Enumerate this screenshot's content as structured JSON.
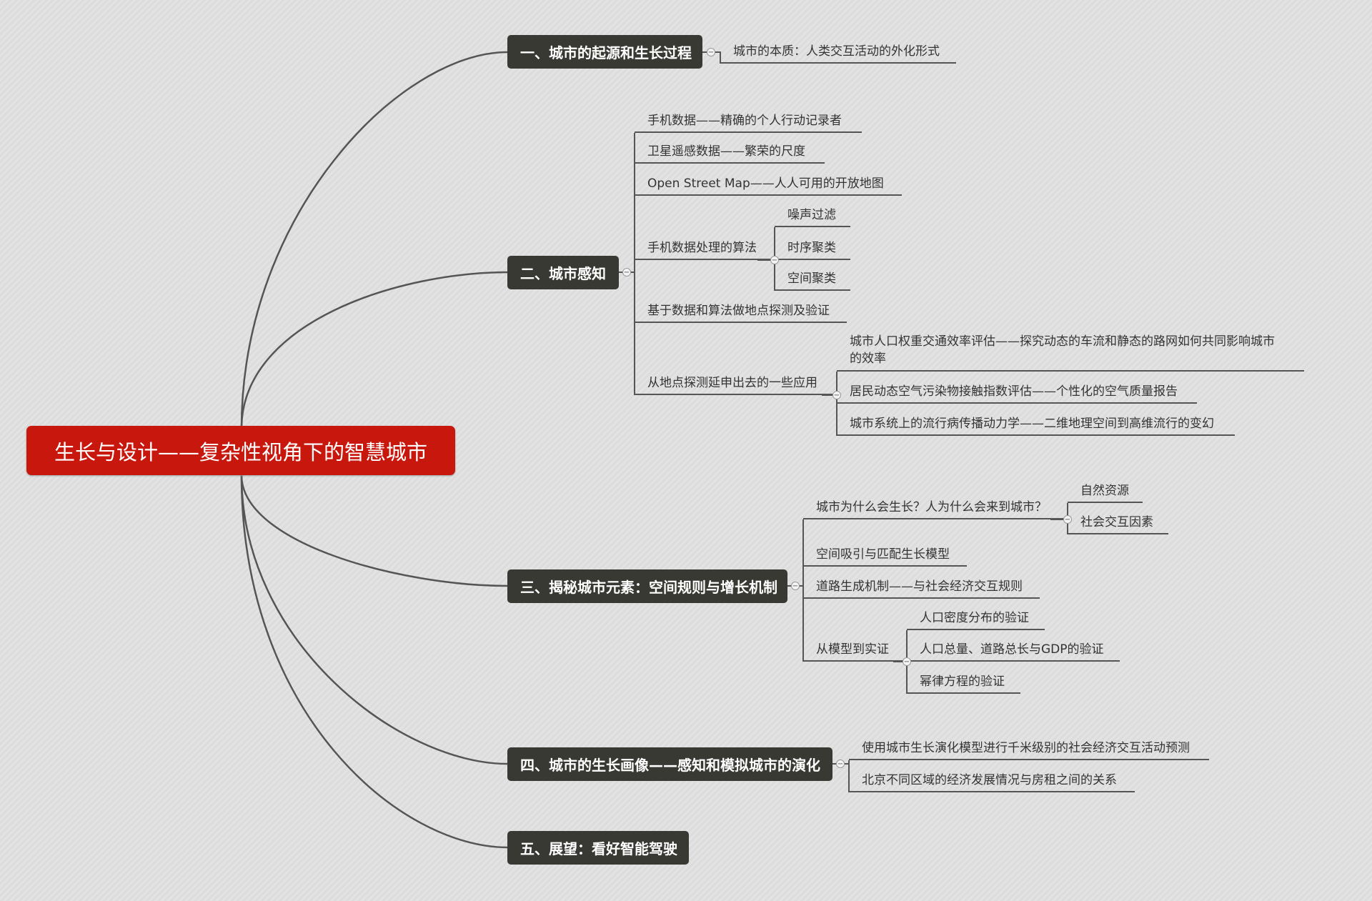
{
  "root": {
    "title": "生长与设计——复杂性视角下的智慧城市"
  },
  "branches": [
    {
      "label": "一、城市的起源和生长过程",
      "children": [
        "城市的本质：人类交互活动的外化形式"
      ]
    },
    {
      "label": "二、城市感知",
      "children": [
        "手机数据——精确的个人行动记录者",
        "卫星遥感数据——繁荣的尺度",
        "Open Street Map——人人可用的开放地图",
        {
          "label": "手机数据处理的算法",
          "children": [
            "噪声过滤",
            "时序聚类",
            "空间聚类"
          ]
        },
        "基于数据和算法做地点探测及验证",
        {
          "label": "从地点探测延申出去的一些应用",
          "children": [
            "城市人口权重交通效率评估——探究动态的车流和静态的路网如何共同影响城市的效率",
            "居民动态空气污染物接触指数评估——个性化的空气质量报告",
            "城市系统上的流行病传播动力学——二维地理空间到高维流行的变幻"
          ]
        }
      ]
    },
    {
      "label": "三、揭秘城市元素：空间规则与增长机制",
      "children": [
        {
          "label": "城市为什么会生长？人为什么会来到城市？",
          "children": [
            "自然资源",
            "社会交互因素"
          ]
        },
        "空间吸引与匹配生长模型",
        "道路生成机制——与社会经济交互规则",
        {
          "label": "从模型到实证",
          "children": [
            "人口密度分布的验证",
            "人口总量、道路总长与GDP的验证",
            "幂律方程的验证"
          ]
        }
      ]
    },
    {
      "label": "四、城市的生长画像——感知和模拟城市的演化",
      "children": [
        "使用城市生长演化模型进行千米级别的社会经济交互活动预测",
        "北京不同区域的经济发展情况与房租之间的关系"
      ]
    },
    {
      "label": "五、展望：看好智能驾驶",
      "children": []
    }
  ],
  "collapse_symbol": "−"
}
